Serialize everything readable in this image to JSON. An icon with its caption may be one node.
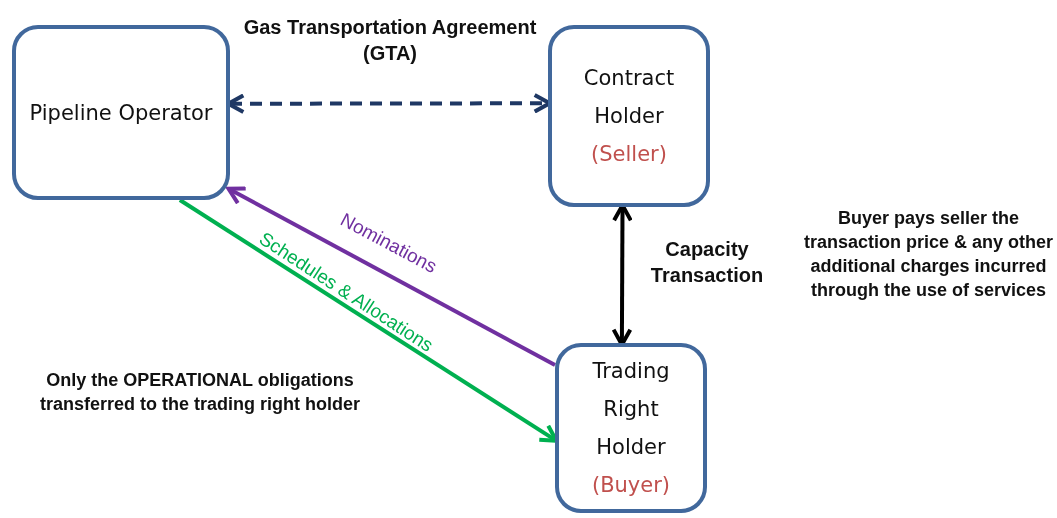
{
  "diagram": {
    "nodes": [
      {
        "text": [
          "Pipeline Operator"
        ]
      },
      {
        "text": [
          "Contract Holder",
          "(Seller)"
        ]
      },
      {
        "text": [
          "Trading Right Holder",
          "(Buyer)"
        ]
      }
    ],
    "edges": [
      {
        "from": 0,
        "to": 1,
        "arrow": "both",
        "style": "dashed",
        "label": "Gas Transportation Agreement (GTA)",
        "color": "#1f3864"
      },
      {
        "from": 1,
        "to": 2,
        "arrow": "both",
        "label": "Capacity Transaction",
        "color": "#000000"
      },
      {
        "from": 2,
        "to": 0,
        "arrow": "to",
        "label": "Nominations",
        "color": "#7030a0"
      },
      {
        "from": 0,
        "to": 2,
        "arrow": "to",
        "label": "Schedules & Allocations",
        "color": "#00b050"
      }
    ],
    "labels": [
      "Only the OPERATIONAL obligations transferred to the trading right holder",
      "Buyer pays seller the transaction price & any other additional charges incurred through the use of services"
    ]
  }
}
